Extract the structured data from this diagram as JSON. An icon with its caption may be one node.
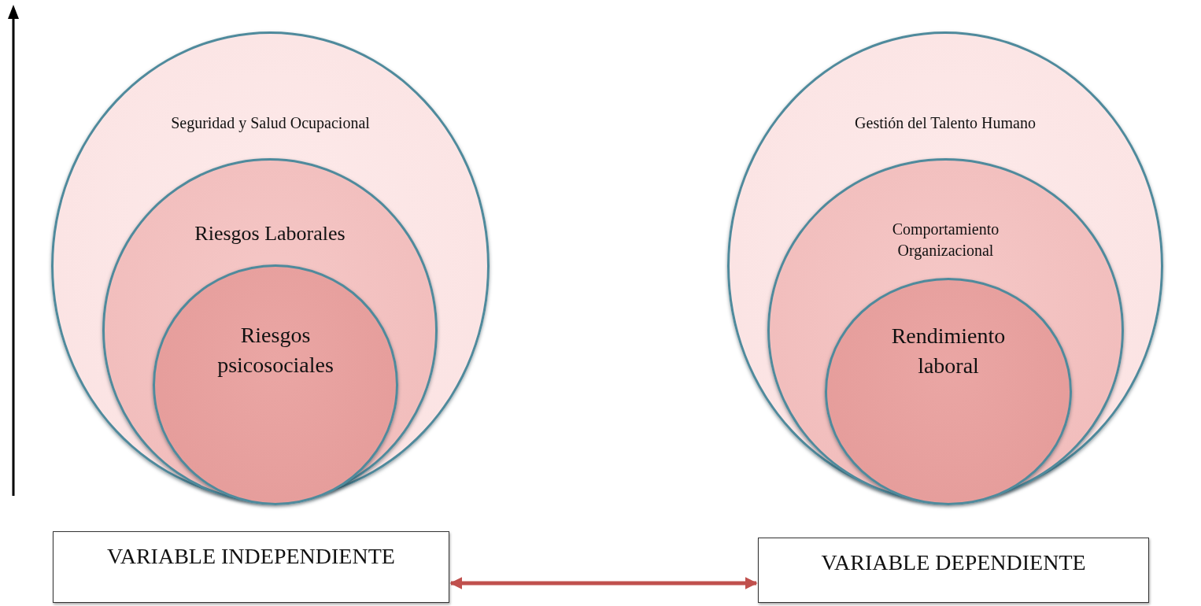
{
  "diagram": {
    "nodes": [
      {
        "text": [
          "Seguridad y Salud Ocupacional"
        ]
      },
      {
        "text": [
          "Riesgos Laborales"
        ],
        "in": 0
      },
      {
        "text": [
          "Riesgos psicosociales"
        ],
        "in": 1
      },
      {
        "text": [
          "Gestión del Talento Humano"
        ]
      },
      {
        "text": [
          "Comportamiento Organizacional"
        ],
        "in": 3
      },
      {
        "text": [
          "Rendimiento laboral"
        ],
        "in": 4
      },
      {
        "text": [
          "VARIABLE INDEPENDIENTE"
        ]
      },
      {
        "text": [
          "VARIABLE DEPENDIENTE"
        ]
      }
    ],
    "edges": [
      {
        "from": 6,
        "to": 7,
        "arrow": "both",
        "color": "#c0504d"
      }
    ]
  }
}
